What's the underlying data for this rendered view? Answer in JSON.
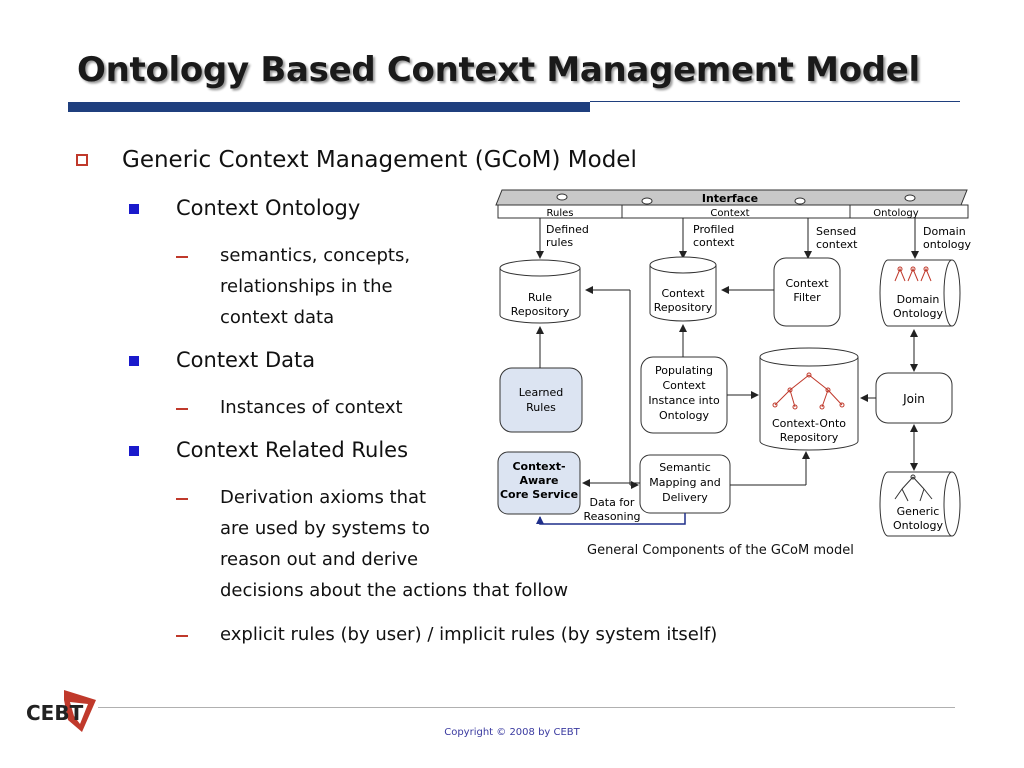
{
  "title": "Ontology Based Context Management Model",
  "bullet1": "Generic Context Management (GCoM) Model",
  "items": [
    {
      "label": "Context Ontology",
      "subs": [
        "semantics, concepts,",
        "relationships in the",
        "context data"
      ]
    },
    {
      "label": "Context Data",
      "subs": [
        "Instances of context"
      ]
    },
    {
      "label": "Context Related Rules",
      "subs": [
        "Derivation axioms that",
        "are used by systems to",
        "reason out and derive",
        "decisions about the actions that follow"
      ]
    }
  ],
  "extra_sub": "explicit rules (by user) / implicit rules (by system itself)",
  "diagram": {
    "interface": "Interface",
    "rules_tab": "Rules",
    "context_tab": "Context",
    "ontology_tab": "Ontology",
    "defined_rules_1": "Defined",
    "defined_rules_2": "rules",
    "profiled_context_1": "Profiled",
    "profiled_context_2": "context",
    "sensed_context_1": "Sensed",
    "sensed_context_2": "context",
    "domain_ontology_1": "Domain",
    "domain_ontology_2": "ontology",
    "rule_repo_1": "Rule",
    "rule_repo_2": "Repository",
    "context_repo_1": "Context",
    "context_repo_2": "Repository",
    "context_filter_1": "Context",
    "context_filter_2": "Filter",
    "domain_onto_1": "Domain",
    "domain_onto_2": "Ontology",
    "learned_1": "Learned",
    "learned_2": "Rules",
    "populating_1": "Populating",
    "populating_2": "Context",
    "populating_3": "Instance into",
    "populating_4": "Ontology",
    "ctxonto_1": "Context-Onto",
    "ctxonto_2": "Repository",
    "join": "Join",
    "caware_1": "Context-",
    "caware_2": "Aware",
    "caware_3": "Core Service",
    "semantic_1": "Semantic",
    "semantic_2": "Mapping and",
    "semantic_3": "Delivery",
    "data_for_1": "Data for",
    "data_for_2": "Reasoning",
    "generic_1": "Generic",
    "generic_2": "Ontology"
  },
  "caption": "General Components of the GCoM model",
  "logo_text": "CEBT",
  "copyright": "Copyright © 2008 by CEBT",
  "colors": {
    "title_bar": "#1f3f7e",
    "bullet_box": "#c0392b",
    "bullet_square": "#1a1acc",
    "node_blue": "#dce4f2"
  }
}
